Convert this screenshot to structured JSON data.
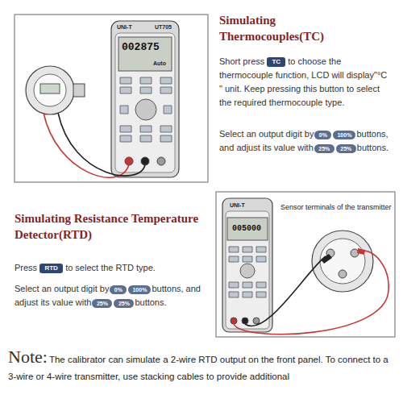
{
  "diagram": {
    "nodes": [
      {
        "text": [
          "TC"
        ]
      },
      {
        "text": [
          "0%"
        ]
      },
      {
        "text": [
          "100%"
        ]
      },
      {
        "text": [
          "25%"
        ]
      },
      {
        "text": [
          "25%"
        ]
      },
      {
        "text": [
          "RTD"
        ]
      },
      {
        "text": [
          "0%"
        ]
      },
      {
        "text": [
          "100%"
        ]
      },
      {
        "text": [
          "25%"
        ]
      },
      {
        "text": [
          "25%"
        ]
      }
    ],
    "labels": [
      "Simulating Thermocouples(TC)",
      "Short press",
      "to choose the thermocouple function, LCD will display\"°C \" unit. Keep pressing this button to select the required thermocouple type.",
      "Select an output digit by",
      "buttons, and adjust its value with",
      "buttons.",
      "Simulating Resistance Temperature Detector(RTD)",
      "Press",
      "to select the RTD type.",
      "Select an output digit by",
      "buttons, and adjust its value with",
      "buttons.",
      "Sensor terminals of the transmitter",
      "Note:",
      "The calibrator can simulate a 2-wire RTD output on the front panel. To connect to a 3-wire or 4-wire transmitter, use stacking cables to provide additional",
      "UNI-T",
      "UT705",
      "002875",
      "Auto",
      "UNI-T",
      "005000"
    ]
  }
}
